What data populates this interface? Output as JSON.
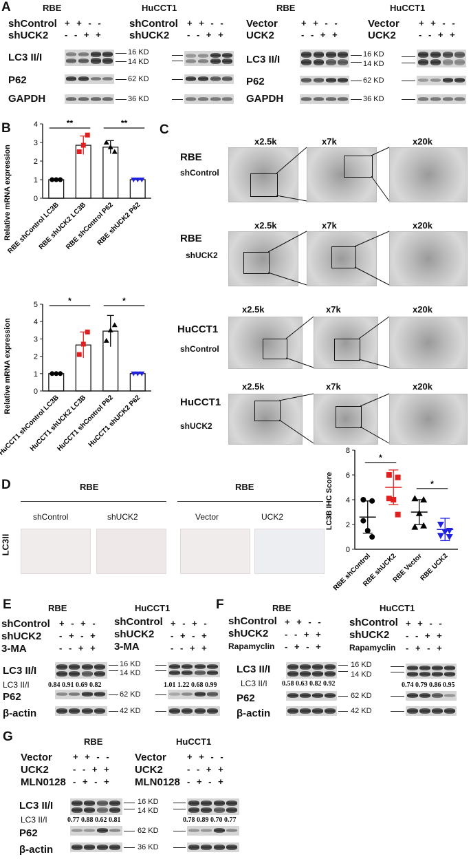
{
  "panels": {
    "A": {
      "letter": "A",
      "rbe1": "RBE",
      "hucct1_1": "HuCCT1",
      "rbe2": "RBE",
      "hucct1_2": "HuCCT1",
      "shcontrol": "shControl",
      "shuck2": "shUCK2",
      "vector": "Vector",
      "uck2": "UCK2",
      "row1_signs": "+ + - -",
      "row2_signs": "- - + +",
      "lc3": "LC3 II/I",
      "p62": "P62",
      "gapdh": "GAPDH",
      "kd16": "16 KD",
      "kd14": "14 KD",
      "kd62": "62 KD",
      "kd36": "36 KD"
    },
    "B": {
      "letter": "B",
      "ylabel": "Relative mRNA expression",
      "sig": "**",
      "chart1_cats": [
        "RBE shControl LC3B",
        "RBE shUCK2 LC3B",
        "RBE shControl P62",
        "RBE shUCK2 P62"
      ],
      "chart2_cats": [
        "HuCCT1 shControl LC3B",
        "HuCCT1 shUCK2 LC3B",
        "HuCCT1 shControl P62",
        "HuCCT1 shUCK2 P62"
      ],
      "sig2": "*",
      "yticks1": [
        "0",
        "1",
        "2",
        "3",
        "4"
      ],
      "yticks2": [
        "0",
        "1",
        "2",
        "3",
        "4",
        "5"
      ]
    },
    "C": {
      "letter": "C",
      "mags": [
        "x2.5k",
        "x7k",
        "x20k"
      ],
      "rows": [
        {
          "cell": "RBE",
          "cond": "shControl"
        },
        {
          "cell": "RBE",
          "cond": "shUCK2"
        },
        {
          "cell": "HuCCT1",
          "cond": "shControl"
        },
        {
          "cell": "HuCCT1",
          "cond": "shUCK2"
        }
      ]
    },
    "D": {
      "letter": "D",
      "rbe": "RBE",
      "conds": [
        "shControl",
        "shUCK2",
        "Vector",
        "UCK2"
      ],
      "stain": "LC3II",
      "ylabel": "LC3B IHC Score",
      "cats": [
        "RBE shControl",
        "RBE shUCK2",
        "RBE Vector",
        "RBE UCK2"
      ],
      "yticks": [
        "0",
        "2",
        "4",
        "6",
        "8"
      ],
      "sig": "*"
    },
    "E": {
      "letter": "E",
      "rbe": "RBE",
      "hucct1": "HuCCT1",
      "shcontrol": "shControl",
      "shuck2": "shUCK2",
      "drug": "3-MA",
      "r1": "+ - + -",
      "r2": "- + - +",
      "r3": "- - + +",
      "lc3": "LC3 II/I",
      "lc3ratio": "LC3 II/I",
      "p62": "P62",
      "actin": "β-actin",
      "ratios_rbe": "0.84 0.91 0.69 0.82",
      "ratios_hu": "1.01 1.22 0.68 0.99",
      "kd16": "16 KD",
      "kd14": "14 KD",
      "kd62": "62 KD",
      "kd42": "42 KD"
    },
    "F": {
      "letter": "F",
      "rbe": "RBE",
      "hucct1": "HuCCT1",
      "shcontrol": "shControl",
      "shuck2": "shUCK2",
      "drug": "Rapamyclin",
      "r1": "+ + - -",
      "r2": "- - + +",
      "r3": "- + - +",
      "lc3": "LC3 II/I",
      "lc3ratio": "LC3 II/I",
      "p62": "P62",
      "actin": "β-actin",
      "ratios_rbe": "0.58 0.63 0.82 0.92",
      "ratios_hu": "0.74 0.79 0.86 0.95",
      "kd16": "16 KD",
      "kd14": "14 KD",
      "kd62": "62 KD",
      "kd42": "42 KD"
    },
    "G": {
      "letter": "G",
      "rbe": "RBE",
      "hucct1": "HuCCT1",
      "vector": "Vector",
      "uck2": "UCK2",
      "drug": "MLN0128",
      "r1": "+ + - -",
      "r2": "- - + +",
      "r3": "- + - +",
      "lc3": "LC3 II/I",
      "lc3ratio": "LC3 II/I",
      "p62": "P62",
      "actin": "β-actin",
      "ratios_rbe": "0.77 0.88 0.62 0.81",
      "ratios_hu": "0.78 0.89 0.70 0.77",
      "kd16": "16 KD",
      "kd14": "14 KD",
      "kd62": "62 KD",
      "kd36": "36 KD"
    }
  },
  "chart_data": [
    {
      "type": "bar",
      "categories": [
        "RBE shControl LC3B",
        "RBE shUCK2 LC3B",
        "RBE shControl P62",
        "RBE shUCK2 P62"
      ],
      "values": [
        1.0,
        2.85,
        2.75,
        1.0
      ],
      "points": [
        [
          1.0,
          1.0,
          1.0
        ],
        [
          2.5,
          2.85,
          3.4
        ],
        [
          3.0,
          2.75,
          2.5
        ],
        [
          1.0,
          1.0,
          1.0
        ]
      ],
      "errors": [
        0.02,
        0.5,
        0.35,
        0.03
      ],
      "point_colors": [
        "#000000",
        "#e02020",
        "#000000",
        "#2020e0"
      ],
      "ylabel": "Relative mRNA expression",
      "ylim": [
        0,
        4
      ],
      "significance": [
        "**",
        "**"
      ]
    },
    {
      "type": "bar",
      "categories": [
        "HuCCT1 shControl LC3B",
        "HuCCT1 shUCK2 LC3B",
        "HuCCT1 shControl P62",
        "HuCCT1 shUCK2 P62"
      ],
      "values": [
        1.0,
        2.65,
        3.45,
        1.0
      ],
      "points": [
        [
          1.0,
          1.0,
          1.0
        ],
        [
          2.1,
          2.7,
          3.4
        ],
        [
          2.9,
          3.5,
          3.8
        ],
        [
          1.0,
          1.0,
          1.0
        ]
      ],
      "errors": [
        0.02,
        0.75,
        0.9,
        0.03
      ],
      "point_colors": [
        "#000000",
        "#e02020",
        "#000000",
        "#2020e0"
      ],
      "ylabel": "Relative mRNA expression",
      "ylim": [
        0,
        5
      ],
      "significance": [
        "*",
        "*"
      ]
    },
    {
      "type": "scatter",
      "categories": [
        "RBE shControl",
        "RBE shUCK2",
        "RBE Vector",
        "RBE UCK2"
      ],
      "points": [
        [
          4.0,
          3.9,
          1.5,
          2.3,
          1.0
        ],
        [
          6.0,
          5.8,
          4.0,
          4.1,
          2.8
        ],
        [
          4.1,
          4.0,
          2.9,
          1.8,
          1.9
        ],
        [
          2.0,
          1.5,
          1.4,
          1.1,
          1.0
        ]
      ],
      "means": [
        2.6,
        5.0,
        3.0,
        1.6
      ],
      "sd": [
        1.3,
        1.4,
        1.0,
        0.9
      ],
      "point_colors": [
        "#000000",
        "#e02020",
        "#000000",
        "#2020e0"
      ],
      "ylabel": "LC3B IHC Score",
      "ylim": [
        0,
        8
      ],
      "significance": [
        "*",
        "*"
      ]
    }
  ]
}
